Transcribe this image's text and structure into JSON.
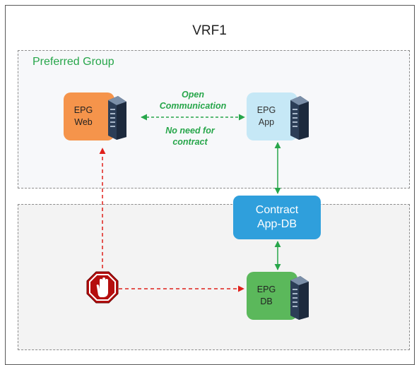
{
  "diagram": {
    "vrf_title": "VRF1",
    "preferred_group_label": "Preferred Group",
    "epg_web": {
      "line1": "EPG",
      "line2": "Web"
    },
    "epg_app": {
      "line1": "EPG",
      "line2": "App"
    },
    "epg_db": {
      "line1": "EPG",
      "line2": "DB"
    },
    "contract": {
      "line1": "Contract",
      "line2": "App-DB"
    },
    "note_open": {
      "line1": "Open",
      "line2": "Communication"
    },
    "note_no_contract": {
      "line1": "No need for",
      "line2": "contract"
    }
  },
  "colors": {
    "web": "#f5944b",
    "app": "#c6e8f6",
    "db": "#5bb85b",
    "contract": "#2f9fdc",
    "allowed_link": "#27a64a",
    "blocked_link": "#e0201b",
    "stop_icon": "#c00000"
  },
  "icons": [
    "server-icon",
    "stop-hand-icon"
  ]
}
